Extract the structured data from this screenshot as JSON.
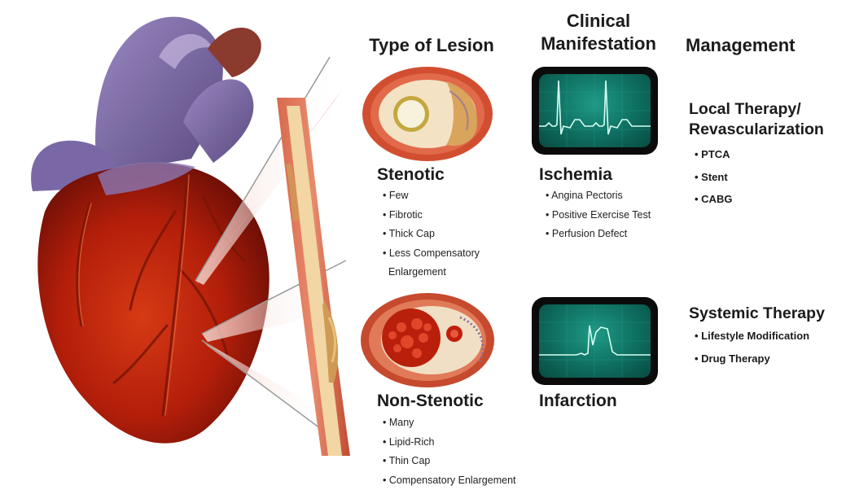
{
  "headers": {
    "lesion": "Type of Lesion",
    "clinical": "Clinical\nManifestation",
    "management": "Management"
  },
  "stenotic": {
    "title": "Stenotic",
    "bullets": [
      "Few",
      "Fibrotic",
      "Thick Cap",
      "Less Compensatory",
      "Enlargement"
    ]
  },
  "non_stenotic": {
    "title": "Non-Stenotic",
    "bullets": [
      "Many",
      "Lipid-Rich",
      "Thin Cap",
      "Compensatory Enlargement"
    ]
  },
  "ischemia": {
    "title": "Ischemia",
    "bullets": [
      "Angina Pectoris",
      "Positive Exercise Test",
      "Perfusion Defect"
    ]
  },
  "infarction": {
    "title": "Infarction"
  },
  "local_therapy": {
    "title_line1": "Local Therapy/",
    "title_line2": "Revascularization",
    "bullets": [
      "PTCA",
      "Stent",
      "CABG"
    ]
  },
  "systemic_therapy": {
    "title": "Systemic Therapy",
    "bullets": [
      "Lifestyle Modification",
      "Drug Therapy"
    ]
  },
  "colors": {
    "heart_red": "#b8200c",
    "vessel_purple": "#7d6aa6",
    "artery_wall": "#c9553b",
    "plaque": "#e3c38a",
    "monitor_screen": "#14806f",
    "ecg_line": "#d6fff4"
  },
  "icons": [
    "heart-illustration",
    "artery-wall-section",
    "stenotic-lesion-cross-section",
    "non-stenotic-lesion-cross-section",
    "ecg-ischemia-monitor",
    "ecg-infarction-monitor"
  ]
}
